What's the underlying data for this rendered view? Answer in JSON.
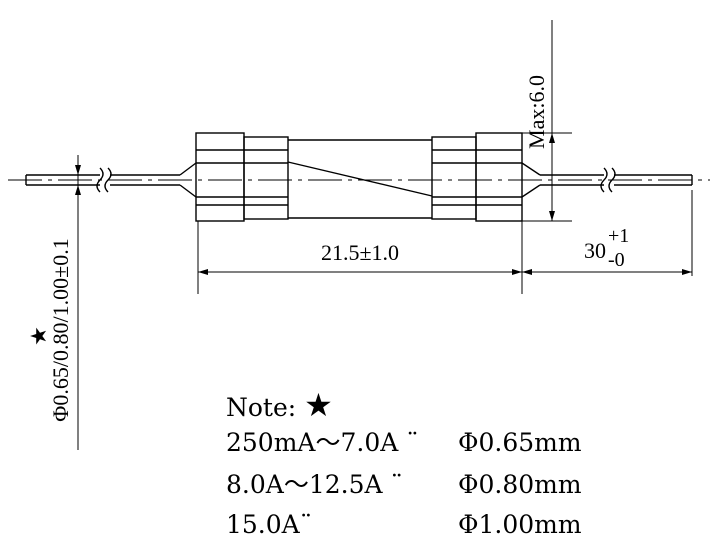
{
  "dimensions": {
    "max_height": "Max:6.0",
    "body_length": "21.5±1.0",
    "lead_length_base": "30",
    "lead_length_plus": "+1",
    "lead_length_minus": "-0",
    "lead_diameter": "Φ0.65/0.80/1.00±0.1",
    "lead_diameter_marker": "★"
  },
  "note": {
    "title": "Note:",
    "star": "★",
    "rows": [
      {
        "range": "250mA～7.0A ¨",
        "diameter": "Φ0.65mm"
      },
      {
        "range": "8.0A～12.5A ¨",
        "diameter": "Φ0.80mm"
      },
      {
        "range": "15.0A¨",
        "diameter": "Φ1.00mm"
      }
    ]
  }
}
